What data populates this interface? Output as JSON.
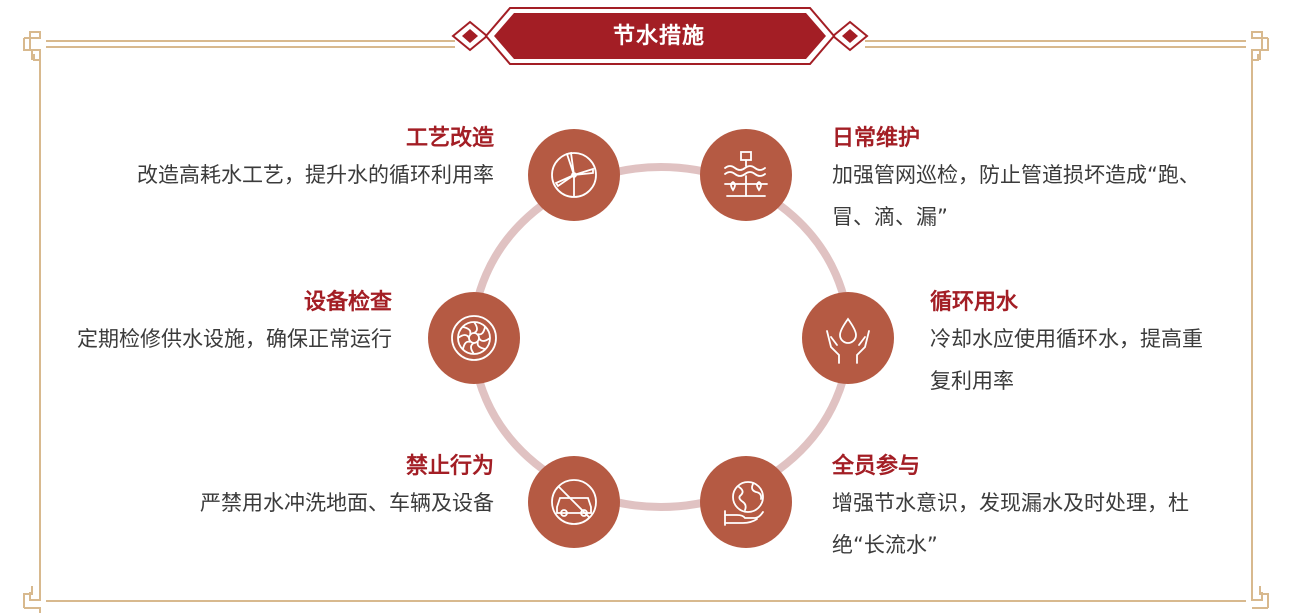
{
  "header": {
    "title": "节水措施"
  },
  "colors": {
    "accent": "#a31e25",
    "node": "#b55a43",
    "ring": "#e0c2c2",
    "frame": "#d8b98e"
  },
  "measures": [
    {
      "title": "工艺改造",
      "lines": [
        "改造高耗水工艺，提升水的循环利用率"
      ],
      "icon": "wind-turbine-icon"
    },
    {
      "title": "日常维护",
      "lines": [
        "加强管网巡检，防止管道损坏造成“跑、",
        "冒、滴、漏”"
      ],
      "icon": "pipe-inspection-icon"
    },
    {
      "title": "设备检查",
      "lines": [
        "定期检修供水设施，确保正常运行"
      ],
      "icon": "turbine-wheel-icon"
    },
    {
      "title": "循环用水",
      "lines": [
        "冷却水应使用循环水，提高重",
        "复利用率"
      ],
      "icon": "hands-water-drop-icon"
    },
    {
      "title": "禁止行为",
      "lines": [
        "严禁用水冲洗地面、车辆及设备"
      ],
      "icon": "no-car-wash-icon"
    },
    {
      "title": "全员参与",
      "lines": [
        "增强节水意识，发现漏水及时处理，杜",
        "绝“长流水”"
      ],
      "icon": "globe-in-hand-icon"
    }
  ]
}
